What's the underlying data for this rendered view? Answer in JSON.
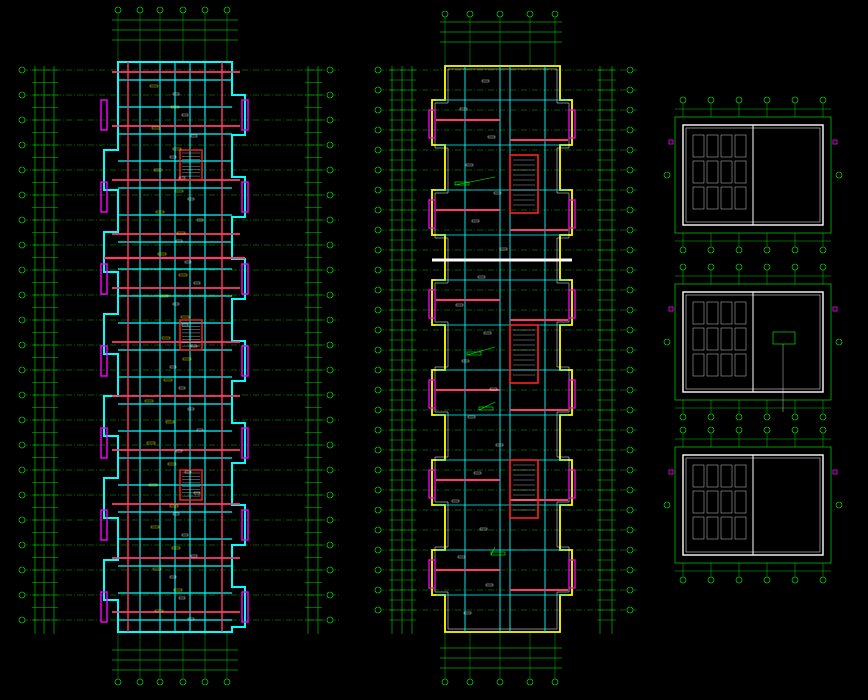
{
  "drawing": {
    "background": "#000000",
    "colors": {
      "grid": "#00ff00",
      "wall": "#00ffff",
      "beam": "#ff3b6b",
      "opening": "#ff00ff",
      "text": "#ffffff",
      "dim": "#ffff00",
      "stair": "#c9c9c9",
      "lift": "#ff2020"
    },
    "captions": [
      {
        "id": "left_plan",
        "title": "",
        "scale": ""
      },
      {
        "id": "middle_plan",
        "title": "",
        "scale": ""
      },
      {
        "id": "right_details",
        "title": "",
        "scale": ""
      }
    ]
  }
}
